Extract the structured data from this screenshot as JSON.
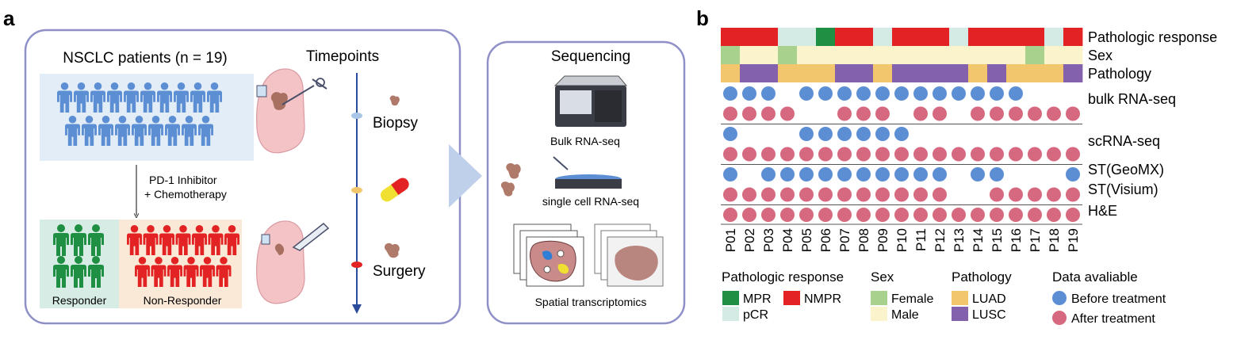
{
  "panel_a": {
    "label": "a",
    "patients_title": "NSCLC patients (n = 19)",
    "treatment_line1": "PD-1 Inhibitor",
    "treatment_line2": "+ Chemotherapy",
    "responder_label": "Responder",
    "nonresponder_label": "Non-Responder",
    "responder_count": 6,
    "nonresponder_count": 13,
    "timepoints_title": "Timepoints",
    "timepoint_biopsy": "Biopsy",
    "timepoint_surgery": "Surgery",
    "sequencing_title": "Sequencing",
    "bulk_label": "Bulk RNA-seq",
    "single_cell_label": "single cell RNA-seq",
    "spatial_label": "Spatial transcriptomics"
  },
  "panel_b": {
    "label": "b",
    "patients": [
      "P01",
      "P02",
      "P03",
      "P04",
      "P05",
      "P06",
      "P07",
      "P08",
      "P09",
      "P10",
      "P11",
      "P12",
      "P13",
      "P14",
      "P15",
      "P16",
      "P17",
      "P18",
      "P19"
    ],
    "annotation_rows": [
      {
        "label": "Pathologic response",
        "values": [
          "NMPR",
          "NMPR",
          "NMPR",
          "pCR",
          "pCR",
          "MPR",
          "NMPR",
          "NMPR",
          "pCR",
          "NMPR",
          "NMPR",
          "NMPR",
          "pCR",
          "NMPR",
          "NMPR",
          "NMPR",
          "NMPR",
          "pCR",
          "NMPR"
        ]
      },
      {
        "label": "Sex",
        "values": [
          "Female",
          "Male",
          "Male",
          "Female",
          "Male",
          "Male",
          "Male",
          "Male",
          "Male",
          "Male",
          "Male",
          "Male",
          "Male",
          "Male",
          "Male",
          "Male",
          "Female",
          "Male",
          "Male"
        ]
      },
      {
        "label": "Pathology",
        "values": [
          "LUAD",
          "LUSC",
          "LUSC",
          "LUAD",
          "LUAD",
          "LUAD",
          "LUSC",
          "LUSC",
          "LUAD",
          "LUSC",
          "LUSC",
          "LUSC",
          "LUSC",
          "LUAD",
          "LUSC",
          "LUAD",
          "LUAD",
          "LUAD",
          "LUSC"
        ]
      }
    ],
    "data_groups": [
      {
        "label": "bulk RNA-seq",
        "before": [
          1,
          1,
          1,
          0,
          1,
          1,
          1,
          1,
          1,
          1,
          1,
          1,
          1,
          1,
          1,
          1,
          0,
          0,
          0
        ],
        "after": [
          1,
          1,
          1,
          1,
          0,
          0,
          1,
          1,
          1,
          0,
          1,
          1,
          0,
          1,
          1,
          1,
          1,
          1,
          1
        ]
      },
      {
        "label": "scRNA-seq",
        "before": [
          1,
          0,
          0,
          0,
          1,
          1,
          1,
          1,
          1,
          1,
          0,
          0,
          0,
          0,
          0,
          0,
          0,
          0,
          0
        ],
        "after": [
          1,
          1,
          1,
          1,
          1,
          1,
          1,
          1,
          1,
          1,
          1,
          1,
          1,
          1,
          1,
          1,
          1,
          1,
          1
        ]
      },
      {
        "label": "ST(GeoMX)",
        "before": [
          1,
          0,
          1,
          1,
          1,
          1,
          1,
          1,
          1,
          1,
          1,
          1,
          0,
          1,
          1,
          0,
          0,
          0,
          1
        ],
        "after": null
      },
      {
        "label": "ST(Visium)",
        "before": null,
        "after": [
          1,
          1,
          1,
          1,
          1,
          1,
          1,
          1,
          1,
          1,
          1,
          1,
          0,
          0,
          1,
          1,
          1,
          1,
          1
        ]
      },
      {
        "label": "H&E",
        "before": null,
        "after": [
          1,
          1,
          1,
          1,
          1,
          1,
          1,
          1,
          1,
          1,
          1,
          1,
          1,
          1,
          1,
          1,
          1,
          1,
          1
        ]
      }
    ],
    "legend": {
      "response_title": "Pathologic response",
      "mpr": "MPR",
      "nmpr": "NMPR",
      "pcr": "pCR",
      "sex_title": "Sex",
      "female": "Female",
      "male": "Male",
      "pathology_title": "Pathology",
      "luad": "LUAD",
      "lusc": "LUSC",
      "data_title": "Data avaliable",
      "before": "Before treatment",
      "after": "After treatment"
    }
  },
  "colors": {
    "MPR": "#1f8f43",
    "NMPR": "#e32323",
    "pCR": "#d3ebe4",
    "Female": "#a9d18e",
    "Male": "#fbf3cc",
    "LUAD": "#f2c66c",
    "LUSC": "#8361ac",
    "before": "#5b8ed3",
    "after": "#d6687f",
    "box_border": "#8f90c8",
    "people_blue": "#5b8ed3",
    "people_green": "#1f8f43",
    "people_red": "#e32323",
    "arrow_fill": "#bfd0eb"
  }
}
